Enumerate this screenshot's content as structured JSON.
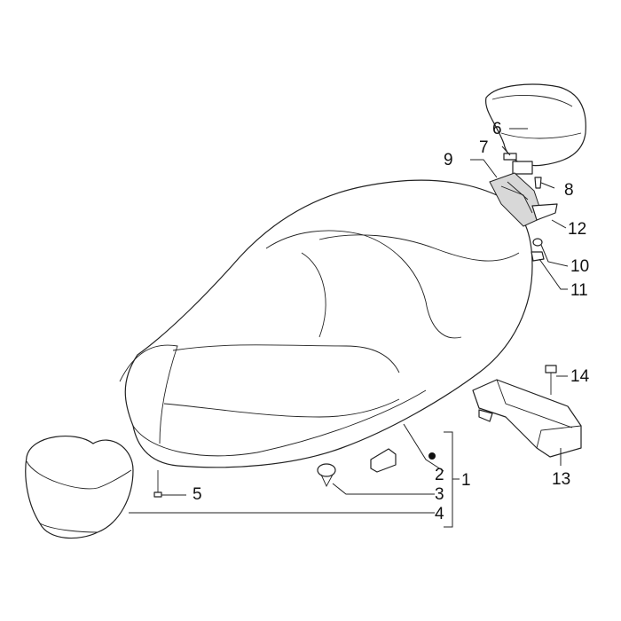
{
  "callouts": {
    "c1": "1",
    "c2": "2",
    "c3": "3",
    "c4": "4",
    "c5": "5",
    "c6": "6",
    "c7": "7",
    "c8": "8",
    "c9": "9",
    "c10": "10",
    "c11": "11",
    "c12": "12",
    "c13": "13",
    "c14": "14"
  },
  "colors": {
    "line": "#222222",
    "background": "#ffffff",
    "shade": "#d8d8d8"
  }
}
